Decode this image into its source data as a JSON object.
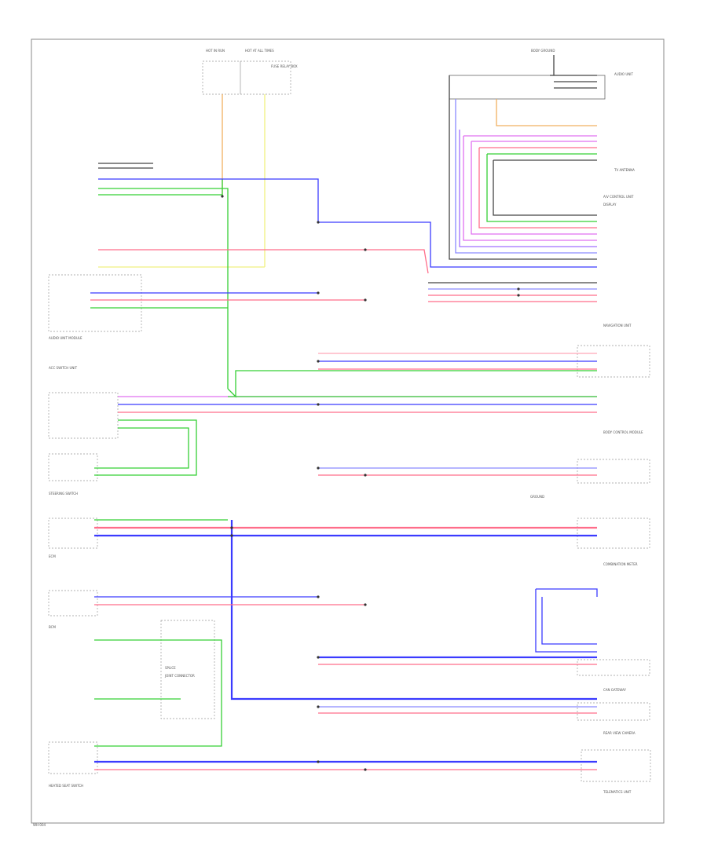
{
  "page": {
    "footer_code": "WH-004"
  },
  "colors": {
    "blue": "#3b3bff",
    "blue_light": "#8a8aff",
    "pink": "#ff6d8a",
    "pink_light": "#ffa8b8",
    "green": "#35d035",
    "green_light": "#8ce88c",
    "yellow": "#f0f080",
    "orange": "#f0b060",
    "magenta": "#e070f0",
    "purple": "#a070ff",
    "gray": "#444444",
    "frame": "#888888"
  },
  "labels": {
    "top_fuse_1": "HOT IN RUN",
    "top_fuse_2": "HOT AT ALL TIMES",
    "fuse_box": "FUSE RELAY BOX",
    "ground_top": "BODY GROUND",
    "audio_unit": "AUDIO UNIT",
    "tv_antenna": "TV ANTENNA",
    "av_unit": "A/V CONTROL UNIT",
    "display": "DISPLAY",
    "left_module_1": "AUDIO UNIT MODULE",
    "left_module_2": "ACC SWITCH UNIT",
    "left_module_3": "STEERING SWITCH",
    "left_module_4": "ECM",
    "left_module_5": "BCM",
    "left_module_6": "HEATED SEAT SWITCH",
    "right_module_1": "NAVIGATION UNIT",
    "right_module_2": "BODY CONTROL MODULE",
    "right_module_3": "COMBINATION METER",
    "right_module_4": "CAN GATEWAY",
    "right_module_5": "REAR VIEW CAMERA",
    "right_module_6": "TELEMATICS UNIT",
    "splice_1": "SPLICE",
    "splice_2": "JOINT CONNECTOR",
    "ground_mid": "GROUND"
  }
}
